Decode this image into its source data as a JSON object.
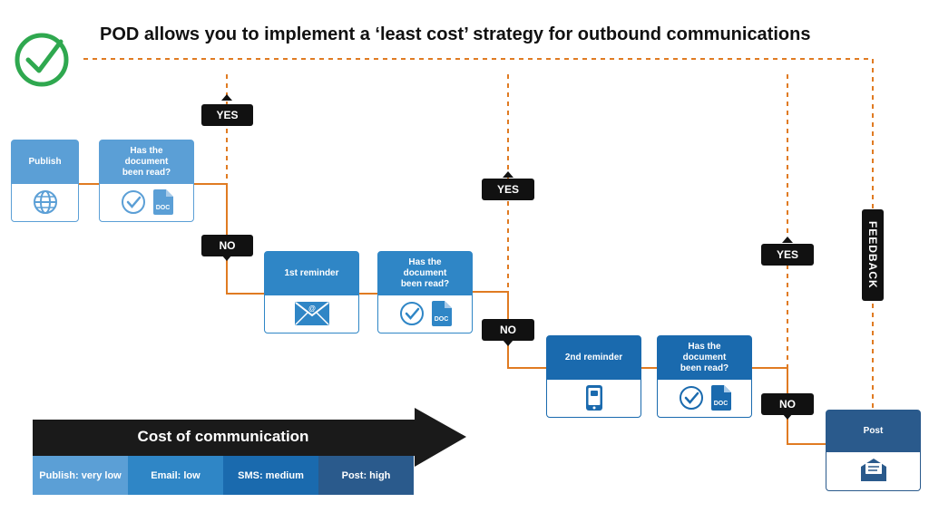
{
  "title": "POD allows you to implement a ‘least cost’ strategy for outbound communications",
  "steps": {
    "publish": {
      "label": "Publish",
      "icon": "globe-icon"
    },
    "read_check_1": {
      "label": "Has the\ndocument\nbeen read?",
      "icon": "check-circle-icon",
      "doc_label": "DOC"
    },
    "reminder_1": {
      "label": "1st reminder",
      "icon": "email-icon"
    },
    "read_check_2": {
      "label": "Has the\ndocument\nbeen read?",
      "icon": "check-circle-icon",
      "doc_label": "DOC"
    },
    "reminder_2": {
      "label": "2nd reminder",
      "icon": "phone-icon"
    },
    "read_check_3": {
      "label": "Has the\ndocument\nbeen read?",
      "icon": "check-circle-icon",
      "doc_label": "DOC"
    },
    "post": {
      "label": "Post",
      "icon": "mail-envelope-icon"
    }
  },
  "badges": {
    "yes_1": "YES",
    "no_1": "NO",
    "yes_2": "YES",
    "no_2": "NO",
    "yes_3": "YES",
    "no_3": "NO",
    "feedback": "FEEDBACK"
  },
  "cost": {
    "title": "Cost of communication",
    "levels": [
      {
        "label": "Publish: very low",
        "color": "#5b9fd6"
      },
      {
        "label": "Email: low",
        "color": "#2f86c6"
      },
      {
        "label": "SMS: medium",
        "color": "#1a6aae"
      },
      {
        "label": "Post: high",
        "color": "#2a5a8c"
      }
    ]
  },
  "colors": {
    "connector": "#e07b22",
    "check_icon": "#2fa84f",
    "badge": "#111111",
    "arrow": "#1a1a1a"
  }
}
